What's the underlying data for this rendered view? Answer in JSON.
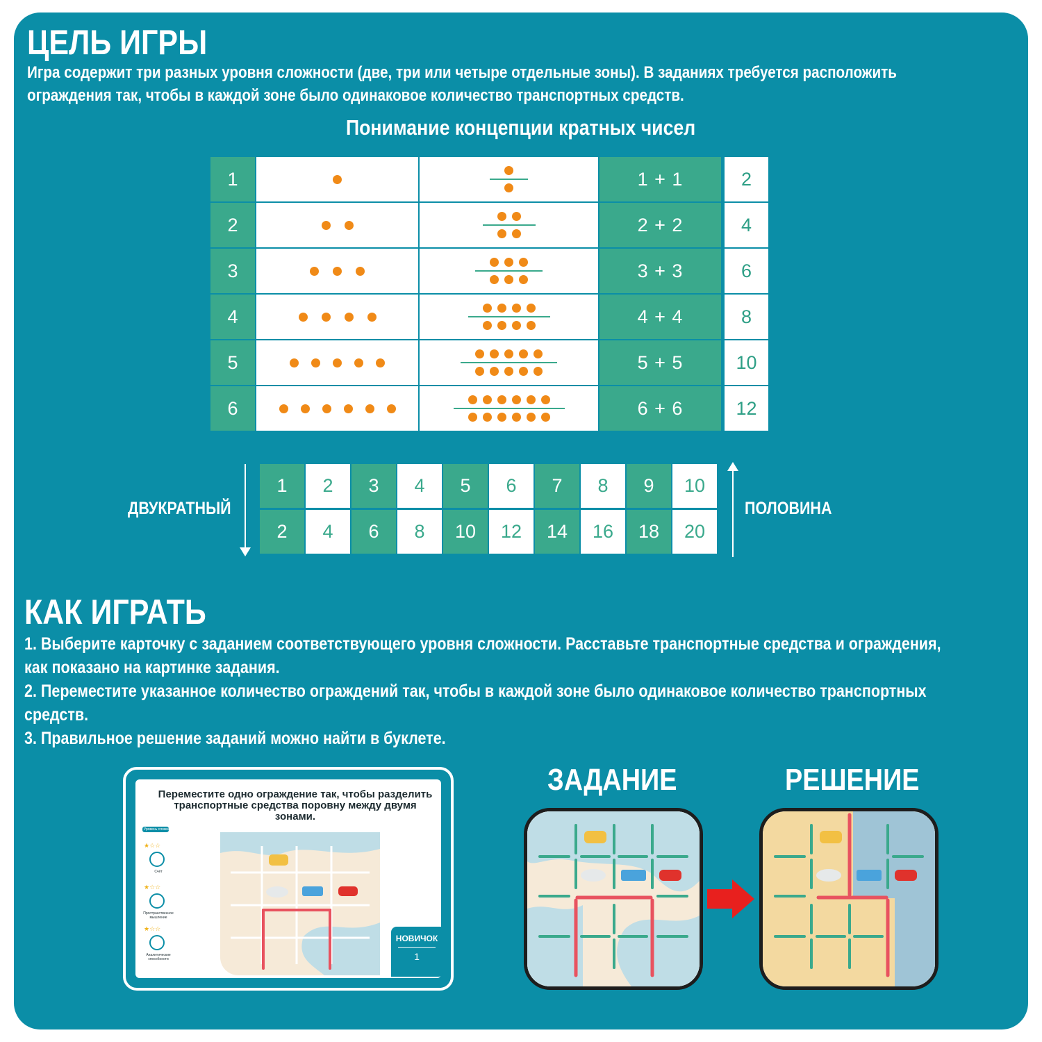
{
  "goal": {
    "title": "ЦЕЛЬ ИГРЫ",
    "text_line1": "Игра содержит три разных уровня сложности (две, три или четыре отдельные зоны). В заданиях требуется расположить",
    "text_line2": "ограждения так, чтобы в каждой зоне было одинаковое количество транспортных средств."
  },
  "concept": {
    "title": "Понимание концепции кратных  чисел",
    "rows": [
      {
        "n": "1",
        "expr": "1 + 1",
        "result": "2"
      },
      {
        "n": "2",
        "expr": "2 + 2",
        "result": "4"
      },
      {
        "n": "3",
        "expr": "3 + 3",
        "result": "6"
      },
      {
        "n": "4",
        "expr": "4 + 4",
        "result": "8"
      },
      {
        "n": "5",
        "expr": "5 + 5",
        "result": "10"
      },
      {
        "n": "6",
        "expr": "6 + 6",
        "result": "12"
      }
    ]
  },
  "doubling": {
    "left_label": "ДВУКРАТНЫЙ",
    "right_label": "ПОЛОВИНА",
    "top": [
      "1",
      "2",
      "3",
      "4",
      "5",
      "6",
      "7",
      "8",
      "9",
      "10"
    ],
    "bottom": [
      "2",
      "4",
      "6",
      "8",
      "10",
      "12",
      "14",
      "16",
      "18",
      "20"
    ]
  },
  "howto": {
    "title": "КАК ИГРАТЬ",
    "lines": [
      "1. Выберите карточку с заданием соответствующего уровня сложности. Расставьте транспортные средства и ограждения,",
      "как показано на картинке задания.",
      "2. Переместите указанное количество ограждений так, чтобы в каждой зоне было одинаковое количество транспортных",
      "средств.",
      "3. Правильное решение заданий можно найти в буклете."
    ]
  },
  "card": {
    "title_line1": "Переместите одно ограждение так, чтобы разделить",
    "title_line2": "транспортные средства поровну между двумя зонами.",
    "level_label": "НОВИЧОК",
    "level_number": "1",
    "sidebar_tag": "Уровень сложности",
    "skills": [
      "Счёт",
      "Пространственное мышление",
      "Аналитические способности"
    ]
  },
  "task_label": "ЗАДАНИЕ",
  "solution_label": "РЕШЕНИЕ",
  "colors": {
    "background": "#0b8ea7",
    "green": "#3aa98c",
    "dot": "#f08a17",
    "fence_red": "#e8525f",
    "arrow_red": "#e8201e"
  }
}
